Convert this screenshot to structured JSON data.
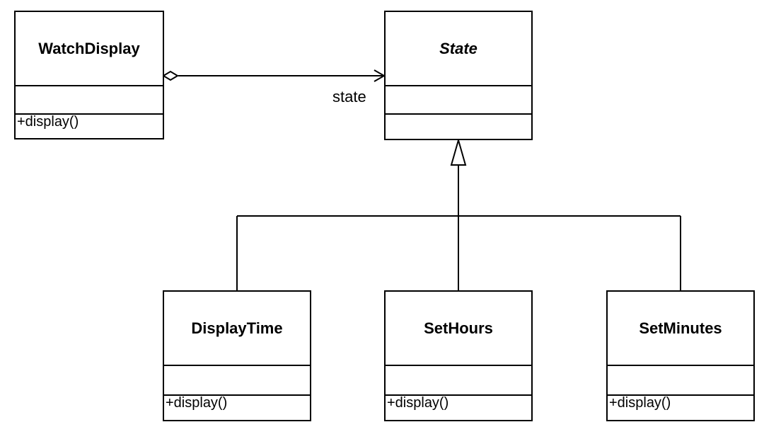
{
  "diagram": {
    "classes": {
      "watch_display": {
        "name": "WatchDisplay",
        "attributes": "",
        "operation": "+display()"
      },
      "state": {
        "name": "State",
        "attributes": "",
        "operation": ""
      },
      "display_time": {
        "name": "DisplayTime",
        "attributes": "",
        "operation": "+display()"
      },
      "set_hours": {
        "name": "SetHours",
        "attributes": "",
        "operation": "+display()"
      },
      "set_minutes": {
        "name": "SetMinutes",
        "attributes": "",
        "operation": "+display()"
      }
    },
    "association_label": "state"
  }
}
